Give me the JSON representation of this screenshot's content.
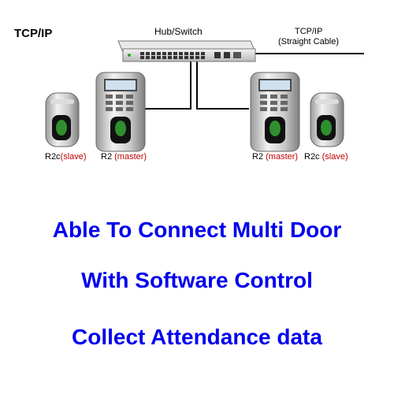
{
  "diagram": {
    "network_label": "TCP/IP",
    "hub_label": "Hub/Switch",
    "uplink_label_line1": "TCP/IP",
    "uplink_label_line2": "(Straight Cable)",
    "left_slave": {
      "model": "R2c",
      "role": "(slave)"
    },
    "left_master": {
      "model": "R2",
      "role": "(master)"
    },
    "right_master": {
      "model": "R2",
      "role": "(master)"
    },
    "right_slave": {
      "model": "R2c",
      "role": "(slave)"
    }
  },
  "taglines": {
    "line1": "Able To Connect Multi Door",
    "line2": "With Software Control",
    "line3": "Collect Attendance data"
  },
  "colors": {
    "tagline": "#0000ee",
    "role_text": "#c00000",
    "cable": "#000000"
  }
}
